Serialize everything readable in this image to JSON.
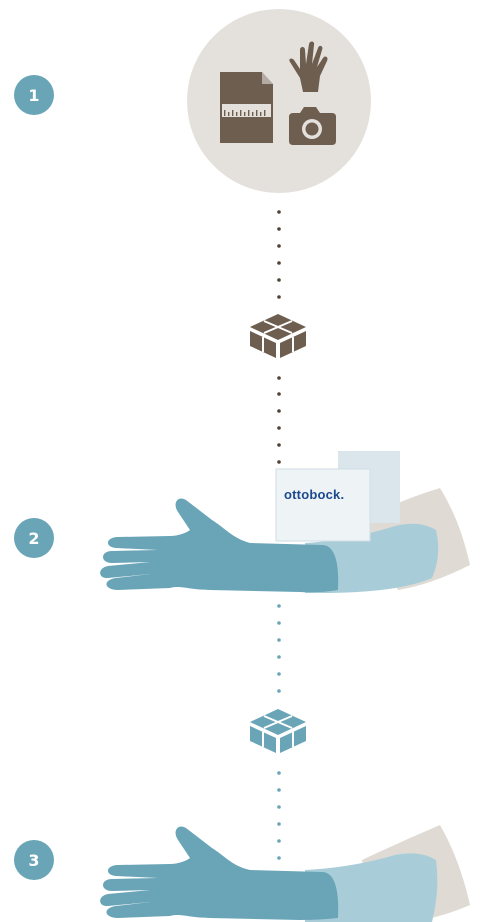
{
  "steps": [
    {
      "number": "1"
    },
    {
      "number": "2"
    },
    {
      "number": "3"
    }
  ],
  "brand": {
    "logo_text": "ottobock."
  },
  "colors": {
    "badge": "#6aa5b7",
    "circle_bg": "#e4e1dc",
    "brown_icon": "#6d5e50",
    "hand_teal": "#6aa5b7",
    "sleeve_light": "#a9cdd8",
    "arm_gray": "#dfdbd4",
    "dot_brown": "#4f4236",
    "dot_teal": "#6aa5b7",
    "logo_text": "#1d4a8c",
    "card_bg": "#dbe6ec",
    "card_front": "#eef3f6"
  },
  "icons": {
    "step1_document": "measurement-document-icon",
    "step1_hand": "hand-icon",
    "step1_camera": "camera-icon",
    "package_brown": "package-icon",
    "package_teal": "package-icon"
  }
}
